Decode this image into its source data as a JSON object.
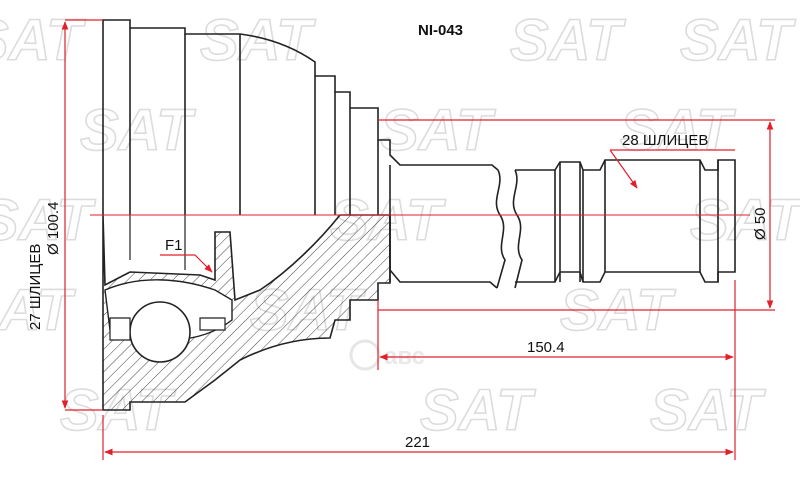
{
  "part_number": "NI-043",
  "watermark": {
    "brand": "SAT",
    "logo_text": "авс"
  },
  "labels": {
    "outer_splines": "27 ШЛИЦЕВ",
    "outer_diameter": "Ø 100.4",
    "inner_splines": "28 ШЛИЦЕВ",
    "shaft_diameter": "Ø 50",
    "joint_marker": "F1",
    "shaft_length": "150.4",
    "overall_length": "221"
  },
  "colors": {
    "outline": "#222222",
    "dimension": "#e0202a",
    "hatch": "#444444",
    "watermark": "#dcdcdc"
  }
}
